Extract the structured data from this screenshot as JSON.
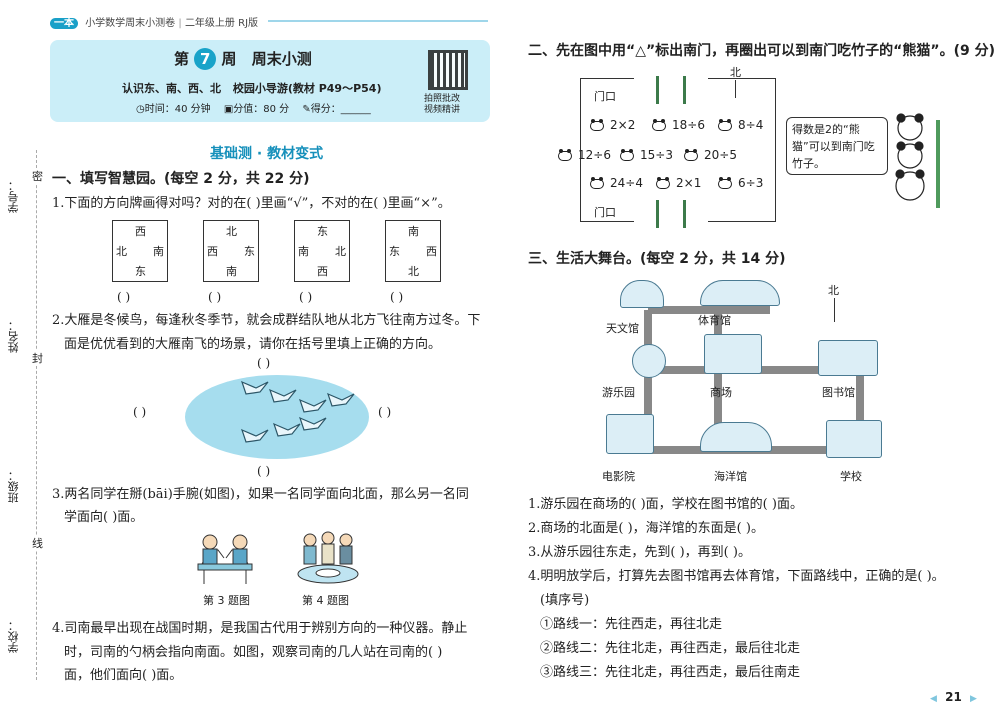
{
  "header": {
    "logo": "一本",
    "title": "小学数学周末小测卷",
    "edition": "二年级上册 RJ版"
  },
  "banner": {
    "week_prefix": "第",
    "week_num": "7",
    "week_suffix": "周",
    "title": "周末小测",
    "topics": "认识东、南、西、北",
    "guide": "校园小导游(教材 P49～P54)",
    "time": "时间：40 分钟",
    "score_total": "分值：80 分",
    "score_got": "得分：",
    "qr_caption_1": "拍照批改",
    "qr_caption_2": "视频精讲"
  },
  "margin": {
    "labels": [
      "学号：",
      "姓名：",
      "班级：",
      "学校："
    ],
    "marks": [
      "密",
      "封",
      "线"
    ]
  },
  "section_title": "基础测 · 教材变式",
  "part1": {
    "title": "一、填写智慧园。(每空 2 分，共 22 分)",
    "q1": "1.下面的方向牌画得对吗？对的在(    )里画“√”，不对的在(    )里画“×”。",
    "boxes": [
      {
        "top": "西",
        "left": "北",
        "right": "南",
        "bottom": "东"
      },
      {
        "top": "北",
        "left": "西",
        "right": "东",
        "bottom": "南"
      },
      {
        "top": "东",
        "left": "南",
        "right": "北",
        "bottom": "西"
      },
      {
        "top": "南",
        "left": "东",
        "right": "西",
        "bottom": "北"
      }
    ],
    "paren": "(      )",
    "q2_line1": "2.大雁是冬候鸟，每逢秋冬季节，就会成群结队地从北方飞往南方过冬。下",
    "q2_line2": "面是优优看到的大雁南飞的场景，请你在括号里填上正确的方向。",
    "q3_line1": "3.两名同学在掰(bāi)手腕(如图)，如果一名同学面向北面，那么另一名同",
    "q3_line2": "学面向(      )面。",
    "fig3": "第 3 题图",
    "fig4": "第 4 题图",
    "q4_line1": "4.司南最早出现在战国时期，是我国古代用于辨别方向的一种仪器。静止",
    "q4_line2": "时，司南的勺柄会指向南面。如图，观察司南的几人站在司南的(      )",
    "q4_line3": "面，他们面向(      )面。"
  },
  "part2": {
    "title": "二、先在图中用“△”标出南门，再圈出可以到南门吃竹子的“熊猫”。(9 分)",
    "north": "北",
    "gate_top": "门口",
    "gate_bottom": "门口",
    "row1": [
      "2×2",
      "18÷6",
      "8÷4"
    ],
    "row2": [
      "12÷6",
      "15÷3",
      "20÷5"
    ],
    "row3": [
      "24÷4",
      "2×1",
      "6÷3"
    ],
    "bubble": "得数是2的“熊猫”可以到南门吃竹子。"
  },
  "part3": {
    "title": "三、生活大舞台。(每空 2 分，共 14 分)",
    "north": "北",
    "places": {
      "observatory": "天文馆",
      "stadium": "体育馆",
      "amusement": "游乐园",
      "mall": "商场",
      "library": "图书馆",
      "cinema": "电影院",
      "aquarium": "海洋馆",
      "school": "学校"
    },
    "q1": "1.游乐园在商场的(      )面，学校在图书馆的(      )面。",
    "q2": "2.商场的北面是(        )，海洋馆的东面是(        )。",
    "q3": "3.从游乐园往东走，先到(        )，再到(        )。",
    "q4": "4.明明放学后，打算先去图书馆再去体育馆，下面路线中，正确的是(      )。",
    "q4_note": "(填序号)",
    "routes": [
      "①路线一：先往西走，再往北走",
      "②路线二：先往北走，再往西走，最后往北走",
      "③路线三：先往北走，再往西走，最后往南走"
    ]
  },
  "page_number": "21"
}
